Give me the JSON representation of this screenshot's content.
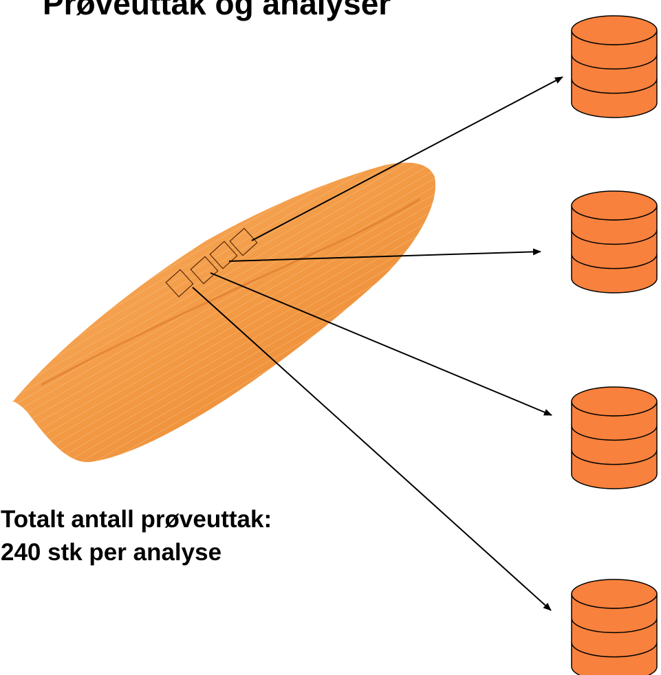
{
  "title": "Prøveuttak og analyser",
  "summary": {
    "line1": "Totalt antall prøveuttak:",
    "line2": "240 stk per analyse"
  },
  "colors": {
    "cylinder_fill": "#f7813d",
    "cylinder_stroke": "#000000",
    "fish": "#f39a45"
  },
  "icons": {
    "fish": "salmon-fillet-photo",
    "sample_store": "database-cylinder-icon"
  }
}
